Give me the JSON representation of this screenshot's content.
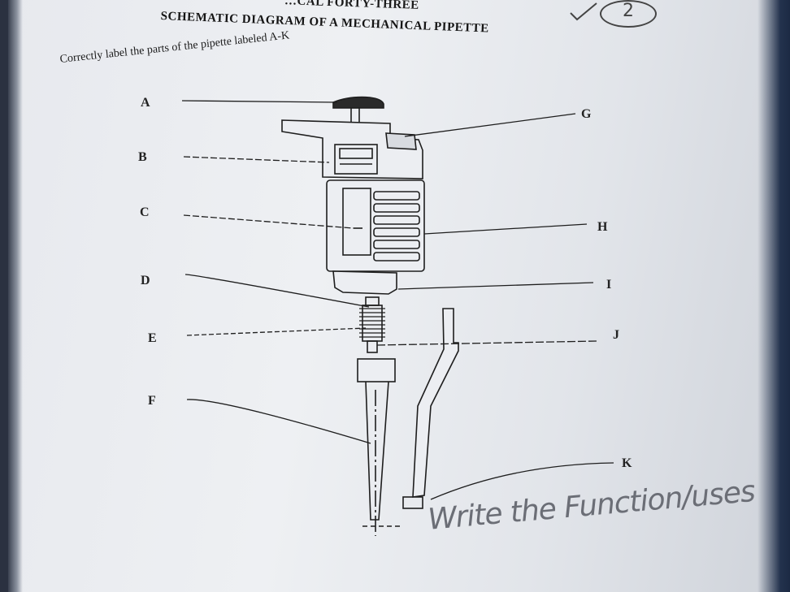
{
  "header": {
    "practical": "…CAL FORTY-THREE",
    "title": "SCHEMATIC DIAGRAM OF A MECHANICAL PIPETTE"
  },
  "instruction": "Correctly label the parts of the pipette labeled A-K",
  "labels": {
    "a": "A",
    "b": "B",
    "c": "C",
    "d": "D",
    "e": "E",
    "f": "F",
    "g": "G",
    "h": "H",
    "i": "I",
    "j": "J",
    "k": "K"
  },
  "handwriting": {
    "note": "Write the Function/uses",
    "circled_number": "2"
  },
  "colors": {
    "ink": "#1c1c1c",
    "pencil": "#6b6e76",
    "paper": "#eceef2"
  }
}
